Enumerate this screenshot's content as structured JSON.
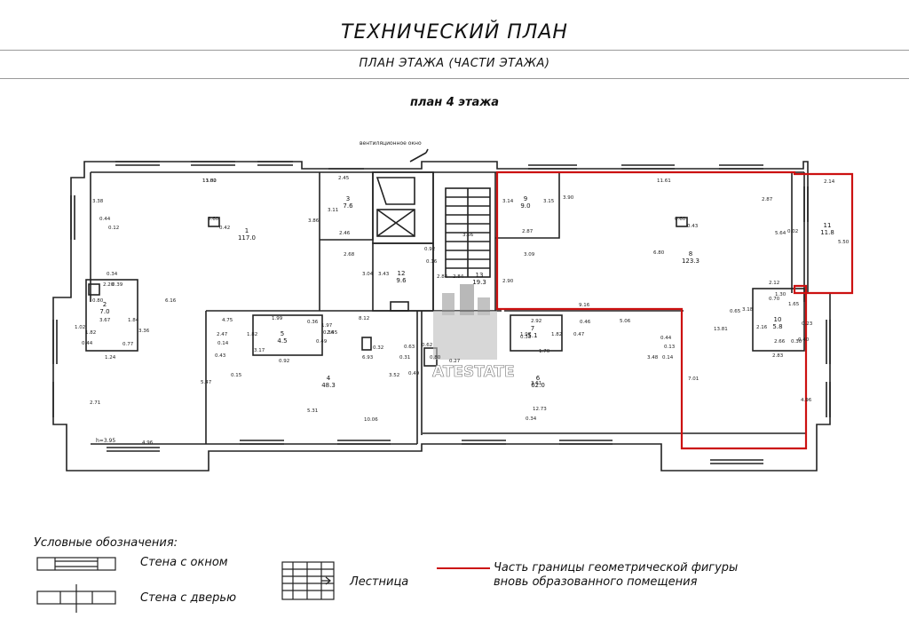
{
  "header": {
    "title": "ТЕХНИЧЕСКИЙ ПЛАН",
    "subtitle": "ПЛАН ЭТАЖА (ЧАСТИ ЭТАЖА)",
    "plan_name": "план 4 этажа"
  },
  "plan": {
    "vent_label": "вентиляционное окно",
    "height_label": "h=3.95",
    "watermark": "ATESTATE",
    "rooms": [
      {
        "num": "1",
        "area": "117.0"
      },
      {
        "num": "2",
        "area": "7.0"
      },
      {
        "num": "3",
        "area": "7.6"
      },
      {
        "num": "4",
        "area": "48.3"
      },
      {
        "num": "5",
        "area": "4.5"
      },
      {
        "num": "6",
        "area": "62.0"
      },
      {
        "num": "7",
        "area": "5.1"
      },
      {
        "num": "8",
        "area": "123.3"
      },
      {
        "num": "9",
        "area": "9.0"
      },
      {
        "num": "10",
        "area": "5.8"
      },
      {
        "num": "11",
        "area": "11.8"
      },
      {
        "num": "12",
        "area": "9.6"
      },
      {
        "num": "13",
        "area": "19.3"
      }
    ],
    "dimensions": [
      "11.02",
      "3.38",
      "0.44",
      "0.12",
      "0.60",
      "0.42",
      "2.45",
      "3.11",
      "3.86",
      "2.46",
      "2.68",
      "3.04",
      "3.43",
      "0.92",
      "0.16",
      "2.84",
      "3.56",
      "2.84",
      "3.14",
      "3.15",
      "3.90",
      "2.87",
      "3.09",
      "11.61",
      "0.60",
      "0.43",
      "6.80",
      "2.87",
      "5.64",
      "0.02",
      "2.14",
      "5.50",
      "2.12",
      "1.30",
      "0.70",
      "0.65",
      "3.18",
      "2.16",
      "1.65",
      "0.23",
      "2.66",
      "0.40",
      "0.30",
      "2.83",
      "4.96",
      "13.81",
      "7.01",
      "0.14",
      "0.44",
      "0.13",
      "3.48",
      "5.06",
      "9.16",
      "2.90",
      "0.47",
      "0.46",
      "1.82",
      "1.97",
      "2.92",
      "0.33",
      "1.70",
      "3.61",
      "12.73",
      "0.34",
      "0.36",
      "8.12",
      "4.75",
      "1.99",
      "2.45",
      "1.82",
      "1.97",
      "0.36",
      "0.49",
      "0.92",
      "3.17",
      "2.47",
      "0.14",
      "0.43",
      "0.15",
      "5.47",
      "6.93",
      "0.32",
      "0.63",
      "0.62",
      "0.31",
      "0.80",
      "0.49",
      "0.27",
      "3.52",
      "5.31",
      "10.06",
      "0.34",
      "2.20",
      "0.80",
      "0.39",
      "1.84",
      "3.36",
      "3.67",
      "1.82",
      "1.02",
      "0.44",
      "0.77",
      "1.24",
      "2.71",
      "4.96",
      "6.16",
      "13.80"
    ]
  },
  "legend": {
    "heading": "Условные обозначения:",
    "wall_window": "Стена с окном",
    "wall_door": "Стена с дверью",
    "stairs": "Лестница",
    "boundary_line1": "Часть границы геометрической фигуры",
    "boundary_line2": "вновь образованного помещения",
    "boundary_color": "#cc1111"
  }
}
